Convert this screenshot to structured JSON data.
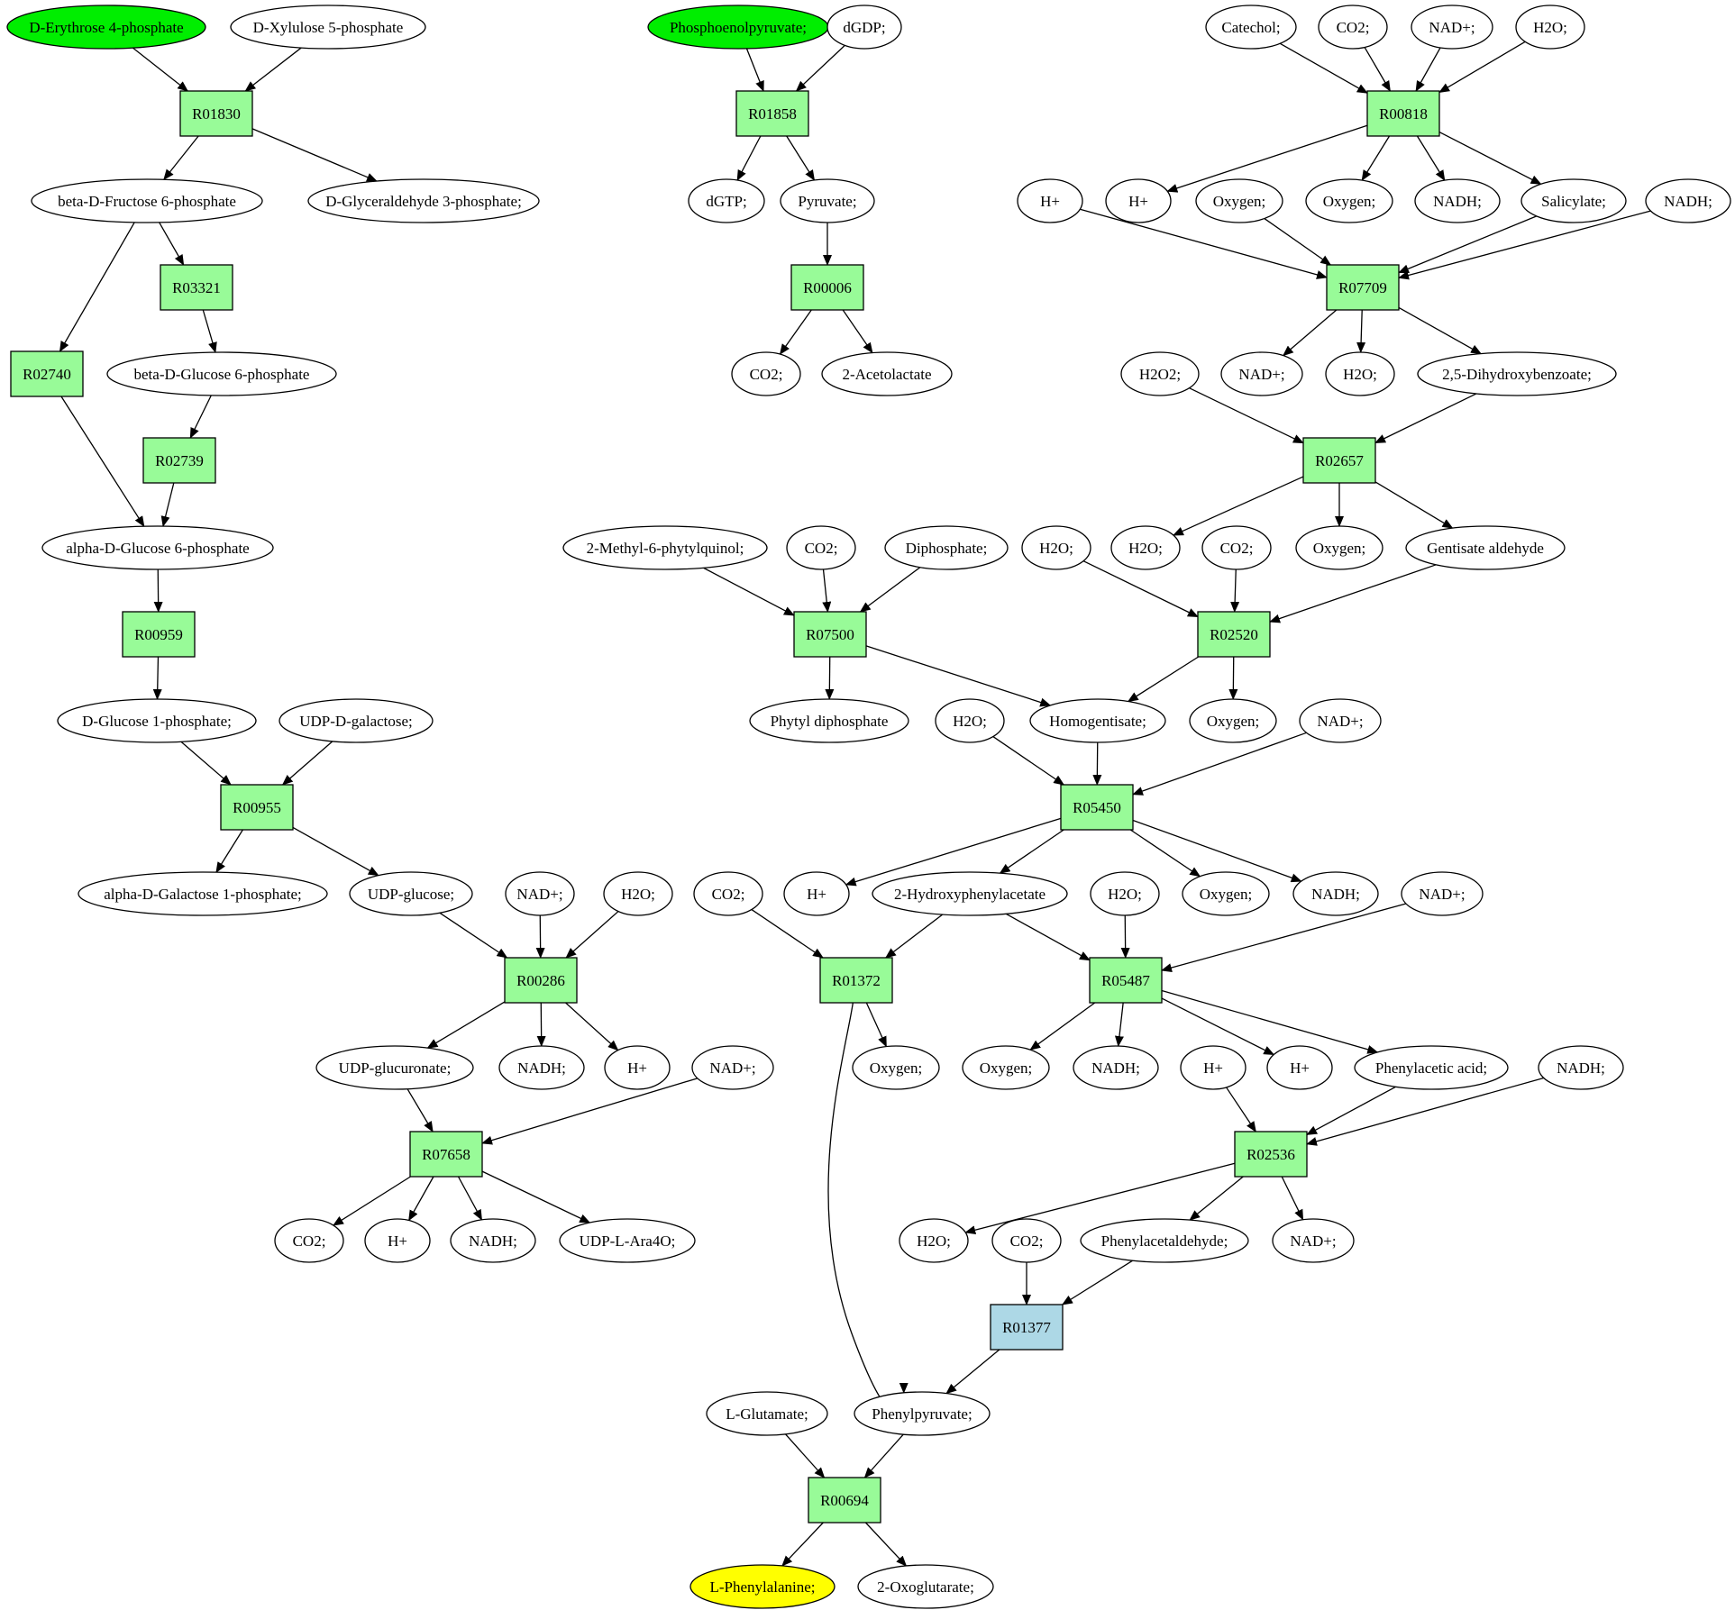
{
  "colors": {
    "compound": "#ffffff",
    "reaction": "#98fb98",
    "reaction_alt": "#add8e6",
    "source": "#00ee00",
    "target": "#ffff00",
    "stroke": "#000000"
  },
  "nodes": [
    {
      "id": "c_erythrose",
      "kind": "compound",
      "label": "D-Erythrose 4-phosphate",
      "fill": "#00ee00"
    },
    {
      "id": "c_xylulose",
      "kind": "compound",
      "label": "D-Xylulose 5-phosphate"
    },
    {
      "id": "r_R01830",
      "kind": "reaction",
      "label": "R01830"
    },
    {
      "id": "c_bfructose6p",
      "kind": "compound",
      "label": "beta-D-Fructose 6-phosphate"
    },
    {
      "id": "c_glyceraldehyde3p",
      "kind": "compound",
      "label": "D-Glyceraldehyde 3-phosphate;"
    },
    {
      "id": "r_R03321",
      "kind": "reaction",
      "label": "R03321"
    },
    {
      "id": "r_R02740",
      "kind": "reaction",
      "label": "R02740"
    },
    {
      "id": "c_bglucose6p",
      "kind": "compound",
      "label": "beta-D-Glucose 6-phosphate"
    },
    {
      "id": "r_R02739",
      "kind": "reaction",
      "label": "R02739"
    },
    {
      "id": "c_aglucose6p",
      "kind": "compound",
      "label": "alpha-D-Glucose 6-phosphate"
    },
    {
      "id": "r_R00959",
      "kind": "reaction",
      "label": "R00959"
    },
    {
      "id": "c_glucose1p",
      "kind": "compound",
      "label": "D-Glucose 1-phosphate;"
    },
    {
      "id": "c_udpgalactose",
      "kind": "compound",
      "label": "UDP-D-galactose;"
    },
    {
      "id": "r_R00955",
      "kind": "reaction",
      "label": "R00955"
    },
    {
      "id": "c_agalactose1p",
      "kind": "compound",
      "label": "alpha-D-Galactose 1-phosphate;"
    },
    {
      "id": "c_udpglucose",
      "kind": "compound",
      "label": "UDP-glucose;"
    },
    {
      "id": "c_nadp_a",
      "kind": "compound",
      "label": "NAD+;"
    },
    {
      "id": "c_h2o_a",
      "kind": "compound",
      "label": "H2O;"
    },
    {
      "id": "r_R00286",
      "kind": "reaction",
      "label": "R00286"
    },
    {
      "id": "c_udpglucuronate",
      "kind": "compound",
      "label": "UDP-glucuronate;"
    },
    {
      "id": "c_nadh_a",
      "kind": "compound",
      "label": "NADH;"
    },
    {
      "id": "c_hp_a",
      "kind": "compound",
      "label": "H+"
    },
    {
      "id": "c_nadp_b",
      "kind": "compound",
      "label": "NAD+;"
    },
    {
      "id": "r_R07658",
      "kind": "reaction",
      "label": "R07658"
    },
    {
      "id": "c_co2_a",
      "kind": "compound",
      "label": "CO2;"
    },
    {
      "id": "c_hp_b",
      "kind": "compound",
      "label": "H+"
    },
    {
      "id": "c_nadh_b",
      "kind": "compound",
      "label": "NADH;"
    },
    {
      "id": "c_udpara4o",
      "kind": "compound",
      "label": "UDP-L-Ara4O;"
    },
    {
      "id": "c_pep",
      "kind": "compound",
      "label": "Phosphoenolpyruvate;",
      "fill": "#00ee00"
    },
    {
      "id": "c_dgdp",
      "kind": "compound",
      "label": "dGDP;"
    },
    {
      "id": "r_R01858",
      "kind": "reaction",
      "label": "R01858"
    },
    {
      "id": "c_dgtp",
      "kind": "compound",
      "label": "dGTP;"
    },
    {
      "id": "c_pyruvate",
      "kind": "compound",
      "label": "Pyruvate;"
    },
    {
      "id": "r_R00006",
      "kind": "reaction",
      "label": "R00006"
    },
    {
      "id": "c_co2_b",
      "kind": "compound",
      "label": "CO2;"
    },
    {
      "id": "c_acetolactate",
      "kind": "compound",
      "label": "2-Acetolactate"
    },
    {
      "id": "c_catechol",
      "kind": "compound",
      "label": "Catechol;"
    },
    {
      "id": "c_co2_c",
      "kind": "compound",
      "label": "CO2;"
    },
    {
      "id": "c_nadp_c",
      "kind": "compound",
      "label": "NAD+;"
    },
    {
      "id": "c_h2o_b",
      "kind": "compound",
      "label": "H2O;"
    },
    {
      "id": "r_R00818",
      "kind": "reaction",
      "label": "R00818"
    },
    {
      "id": "c_hp_c",
      "kind": "compound",
      "label": "H+"
    },
    {
      "id": "c_hp_d",
      "kind": "compound",
      "label": "H+"
    },
    {
      "id": "c_oxygen_a",
      "kind": "compound",
      "label": "Oxygen;"
    },
    {
      "id": "c_oxygen_b",
      "kind": "compound",
      "label": "Oxygen;"
    },
    {
      "id": "c_nadh_c",
      "kind": "compound",
      "label": "NADH;"
    },
    {
      "id": "c_salicylate",
      "kind": "compound",
      "label": "Salicylate;"
    },
    {
      "id": "c_nadh_d",
      "kind": "compound",
      "label": "NADH;"
    },
    {
      "id": "r_R07709",
      "kind": "reaction",
      "label": "R07709"
    },
    {
      "id": "c_h2o2",
      "kind": "compound",
      "label": "H2O2;"
    },
    {
      "id": "c_nadp_d",
      "kind": "compound",
      "label": "NAD+;"
    },
    {
      "id": "c_h2o_c",
      "kind": "compound",
      "label": "H2O;"
    },
    {
      "id": "c_dhb",
      "kind": "compound",
      "label": "2,5-Dihydroxybenzoate;"
    },
    {
      "id": "r_R02657",
      "kind": "reaction",
      "label": "R02657"
    },
    {
      "id": "c_methylphytylquinol",
      "kind": "compound",
      "label": "2-Methyl-6-phytylquinol;"
    },
    {
      "id": "c_co2_d",
      "kind": "compound",
      "label": "CO2;"
    },
    {
      "id": "c_diphosphate",
      "kind": "compound",
      "label": "Diphosphate;"
    },
    {
      "id": "c_h2o_d",
      "kind": "compound",
      "label": "H2O;"
    },
    {
      "id": "c_h2o_e",
      "kind": "compound",
      "label": "H2O;"
    },
    {
      "id": "c_co2_e",
      "kind": "compound",
      "label": "CO2;"
    },
    {
      "id": "c_oxygen_c",
      "kind": "compound",
      "label": "Oxygen;"
    },
    {
      "id": "c_gentisatealdehyde",
      "kind": "compound",
      "label": "Gentisate aldehyde"
    },
    {
      "id": "r_R07500",
      "kind": "reaction",
      "label": "R07500"
    },
    {
      "id": "r_R02520",
      "kind": "reaction",
      "label": "R02520"
    },
    {
      "id": "c_phytyldiphosphate",
      "kind": "compound",
      "label": "Phytyl diphosphate"
    },
    {
      "id": "c_h2o_f",
      "kind": "compound",
      "label": "H2O;"
    },
    {
      "id": "c_homogentisate",
      "kind": "compound",
      "label": "Homogentisate;"
    },
    {
      "id": "c_oxygen_d",
      "kind": "compound",
      "label": "Oxygen;"
    },
    {
      "id": "c_nadp_e",
      "kind": "compound",
      "label": "NAD+;"
    },
    {
      "id": "r_R05450",
      "kind": "reaction",
      "label": "R05450"
    },
    {
      "id": "c_co2_f",
      "kind": "compound",
      "label": "CO2;"
    },
    {
      "id": "c_hp_e",
      "kind": "compound",
      "label": "H+"
    },
    {
      "id": "c_hydroxyphenylacetate",
      "kind": "compound",
      "label": "2-Hydroxyphenylacetate"
    },
    {
      "id": "c_h2o_g",
      "kind": "compound",
      "label": "H2O;"
    },
    {
      "id": "c_oxygen_e",
      "kind": "compound",
      "label": "Oxygen;"
    },
    {
      "id": "c_nadh_e",
      "kind": "compound",
      "label": "NADH;"
    },
    {
      "id": "c_nadp_f",
      "kind": "compound",
      "label": "NAD+;"
    },
    {
      "id": "r_R01372",
      "kind": "reaction",
      "label": "R01372"
    },
    {
      "id": "r_R05487",
      "kind": "reaction",
      "label": "R05487"
    },
    {
      "id": "c_oxygen_f",
      "kind": "compound",
      "label": "Oxygen;"
    },
    {
      "id": "c_oxygen_g",
      "kind": "compound",
      "label": "Oxygen;"
    },
    {
      "id": "c_nadh_f",
      "kind": "compound",
      "label": "NADH;"
    },
    {
      "id": "c_hp_f",
      "kind": "compound",
      "label": "H+"
    },
    {
      "id": "c_hp_g",
      "kind": "compound",
      "label": "H+"
    },
    {
      "id": "c_phenylacetic",
      "kind": "compound",
      "label": "Phenylacetic acid;"
    },
    {
      "id": "c_nadh_g",
      "kind": "compound",
      "label": "NADH;"
    },
    {
      "id": "r_R02536",
      "kind": "reaction",
      "label": "R02536"
    },
    {
      "id": "c_h2o_h",
      "kind": "compound",
      "label": "H2O;"
    },
    {
      "id": "c_co2_g",
      "kind": "compound",
      "label": "CO2;"
    },
    {
      "id": "c_phenylacetaldehyde",
      "kind": "compound",
      "label": "Phenylacetaldehyde;"
    },
    {
      "id": "c_nadp_g",
      "kind": "compound",
      "label": "NAD+;"
    },
    {
      "id": "r_R01377",
      "kind": "reaction",
      "label": "R01377",
      "fill": "#add8e6"
    },
    {
      "id": "c_glutamate",
      "kind": "compound",
      "label": "L-Glutamate;"
    },
    {
      "id": "c_phenylpyruvate",
      "kind": "compound",
      "label": "Phenylpyruvate;"
    },
    {
      "id": "r_R00694",
      "kind": "reaction",
      "label": "R00694"
    },
    {
      "id": "c_phenylalanine",
      "kind": "compound",
      "label": "L-Phenylalanine;",
      "fill": "#ffff00"
    },
    {
      "id": "c_oxoglutarate",
      "kind": "compound",
      "label": "2-Oxoglutarate;"
    }
  ],
  "edges": [
    [
      "c_erythrose",
      "r_R01830"
    ],
    [
      "c_xylulose",
      "r_R01830"
    ],
    [
      "r_R01830",
      "c_bfructose6p"
    ],
    [
      "r_R01830",
      "c_glyceraldehyde3p"
    ],
    [
      "c_bfructose6p",
      "r_R03321"
    ],
    [
      "c_bfructose6p",
      "r_R02740"
    ],
    [
      "r_R03321",
      "c_bglucose6p"
    ],
    [
      "c_bglucose6p",
      "r_R02739"
    ],
    [
      "r_R02740",
      "c_aglucose6p"
    ],
    [
      "r_R02739",
      "c_aglucose6p"
    ],
    [
      "c_aglucose6p",
      "r_R00959"
    ],
    [
      "r_R00959",
      "c_glucose1p"
    ],
    [
      "c_glucose1p",
      "r_R00955"
    ],
    [
      "c_udpgalactose",
      "r_R00955"
    ],
    [
      "r_R00955",
      "c_agalactose1p"
    ],
    [
      "r_R00955",
      "c_udpglucose"
    ],
    [
      "c_udpglucose",
      "r_R00286"
    ],
    [
      "c_nadp_a",
      "r_R00286"
    ],
    [
      "c_h2o_a",
      "r_R00286"
    ],
    [
      "r_R00286",
      "c_udpglucuronate"
    ],
    [
      "r_R00286",
      "c_nadh_a"
    ],
    [
      "r_R00286",
      "c_hp_a"
    ],
    [
      "c_udpglucuronate",
      "r_R07658"
    ],
    [
      "c_nadp_b",
      "r_R07658"
    ],
    [
      "r_R07658",
      "c_co2_a"
    ],
    [
      "r_R07658",
      "c_hp_b"
    ],
    [
      "r_R07658",
      "c_nadh_b"
    ],
    [
      "r_R07658",
      "c_udpara4o"
    ],
    [
      "c_pep",
      "r_R01858"
    ],
    [
      "c_dgdp",
      "r_R01858"
    ],
    [
      "r_R01858",
      "c_dgtp"
    ],
    [
      "r_R01858",
      "c_pyruvate"
    ],
    [
      "c_pyruvate",
      "r_R00006"
    ],
    [
      "r_R00006",
      "c_co2_b"
    ],
    [
      "r_R00006",
      "c_acetolactate"
    ],
    [
      "c_catechol",
      "r_R00818"
    ],
    [
      "c_co2_c",
      "r_R00818"
    ],
    [
      "c_nadp_c",
      "r_R00818"
    ],
    [
      "c_h2o_b",
      "r_R00818"
    ],
    [
      "r_R00818",
      "c_hp_d"
    ],
    [
      "r_R00818",
      "c_oxygen_b"
    ],
    [
      "r_R00818",
      "c_nadh_c"
    ],
    [
      "r_R00818",
      "c_salicylate"
    ],
    [
      "c_hp_c",
      "r_R07709"
    ],
    [
      "c_oxygen_a",
      "r_R07709"
    ],
    [
      "c_salicylate",
      "r_R07709"
    ],
    [
      "c_nadh_d",
      "r_R07709"
    ],
    [
      "r_R07709",
      "c_nadp_d"
    ],
    [
      "r_R07709",
      "c_h2o_c"
    ],
    [
      "r_R07709",
      "c_dhb"
    ],
    [
      "c_h2o2",
      "r_R02657"
    ],
    [
      "c_dhb",
      "r_R02657"
    ],
    [
      "r_R02657",
      "c_h2o_e"
    ],
    [
      "r_R02657",
      "c_oxygen_c"
    ],
    [
      "r_R02657",
      "c_gentisatealdehyde"
    ],
    [
      "c_methylphytylquinol",
      "r_R07500"
    ],
    [
      "c_co2_d",
      "r_R07500"
    ],
    [
      "c_diphosphate",
      "r_R07500"
    ],
    [
      "r_R07500",
      "c_phytyldiphosphate"
    ],
    [
      "r_R07500",
      "c_homogentisate"
    ],
    [
      "c_h2o_d",
      "r_R02520"
    ],
    [
      "c_co2_e",
      "r_R02520"
    ],
    [
      "c_gentisatealdehyde",
      "r_R02520"
    ],
    [
      "r_R02520",
      "c_homogentisate"
    ],
    [
      "r_R02520",
      "c_oxygen_d"
    ],
    [
      "c_h2o_f",
      "r_R05450"
    ],
    [
      "c_homogentisate",
      "r_R05450"
    ],
    [
      "c_nadp_e",
      "r_R05450"
    ],
    [
      "r_R05450",
      "c_hp_e"
    ],
    [
      "r_R05450",
      "c_hydroxyphenylacetate"
    ],
    [
      "r_R05450",
      "c_oxygen_e"
    ],
    [
      "r_R05450",
      "c_nadh_e"
    ],
    [
      "c_co2_f",
      "r_R01372"
    ],
    [
      "c_hydroxyphenylacetate",
      "r_R01372"
    ],
    [
      "c_hydroxyphenylacetate",
      "r_R05487"
    ],
    [
      "c_h2o_g",
      "r_R05487"
    ],
    [
      "c_nadp_f",
      "r_R05487"
    ],
    [
      "r_R01372",
      "c_oxygen_f"
    ],
    [
      "r_R01372",
      "c_phenylpyruvate"
    ],
    [
      "r_R05487",
      "c_oxygen_g"
    ],
    [
      "r_R05487",
      "c_nadh_f"
    ],
    [
      "r_R05487",
      "c_hp_g"
    ],
    [
      "r_R05487",
      "c_phenylacetic"
    ],
    [
      "c_hp_f",
      "r_R02536"
    ],
    [
      "c_phenylacetic",
      "r_R02536"
    ],
    [
      "c_nadh_g",
      "r_R02536"
    ],
    [
      "r_R02536",
      "c_h2o_h"
    ],
    [
      "r_R02536",
      "c_phenylacetaldehyde"
    ],
    [
      "r_R02536",
      "c_nadp_g"
    ],
    [
      "c_co2_g",
      "r_R01377"
    ],
    [
      "c_phenylacetaldehyde",
      "r_R01377"
    ],
    [
      "r_R01377",
      "c_phenylpyruvate"
    ],
    [
      "c_glutamate",
      "r_R00694"
    ],
    [
      "c_phenylpyruvate",
      "r_R00694"
    ],
    [
      "r_R00694",
      "c_phenylalanine"
    ],
    [
      "r_R00694",
      "c_oxoglutarate"
    ]
  ]
}
